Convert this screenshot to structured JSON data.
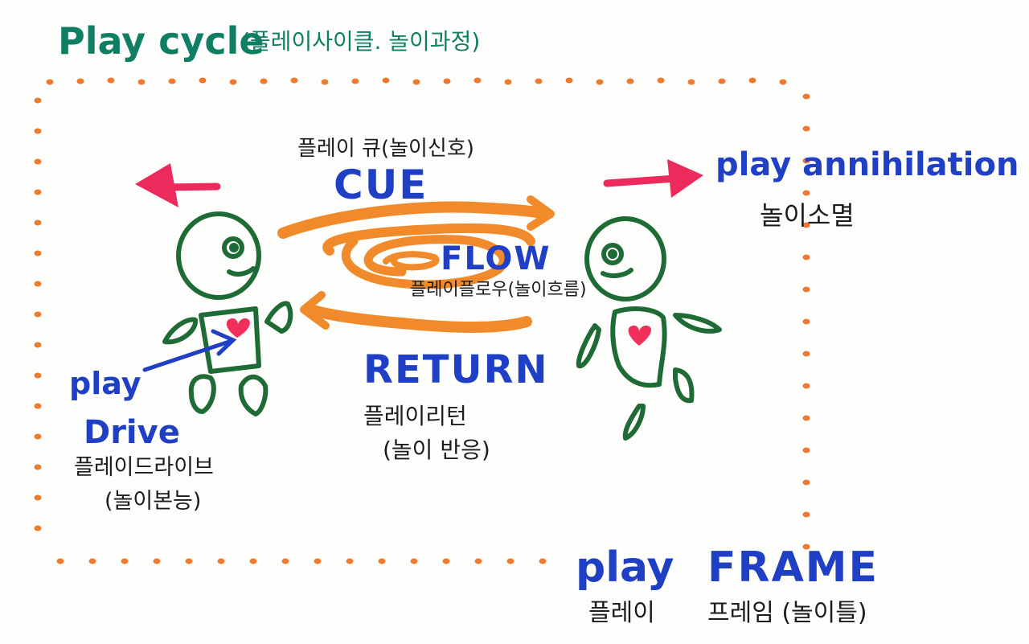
{
  "title": {
    "en": "Play cycle",
    "ko": "(플레이사이클. 놀이과정)"
  },
  "cue": {
    "ko": "플레이 큐(놀이신호)",
    "en": "CUE"
  },
  "flow": {
    "en": "FLOW",
    "ko": "플레이플로우(놀이흐름)"
  },
  "return": {
    "en": "RETURN",
    "ko_line1": "플레이리턴",
    "ko_line2": "(놀이 반응)"
  },
  "drive": {
    "en_line1": "play",
    "en_line2": "Drive",
    "ko_line1": "플레이드라이브",
    "ko_line2": "(놀이본능)"
  },
  "annihilation": {
    "en": "play annihilation",
    "ko": "놀이소멸"
  },
  "frame": {
    "en_play": "play",
    "en_frame": "FRAME",
    "ko_left": "플레이",
    "ko_right": "프레임 (놀이틀)"
  },
  "colors": {
    "teal": "#0f7f63",
    "blue": "#1f3fc4",
    "orange": "#f08a2a",
    "dots": "#ef7a2f",
    "pink": "#ec2a5c",
    "green": "#1f6b36",
    "heart": "#f0305a"
  }
}
